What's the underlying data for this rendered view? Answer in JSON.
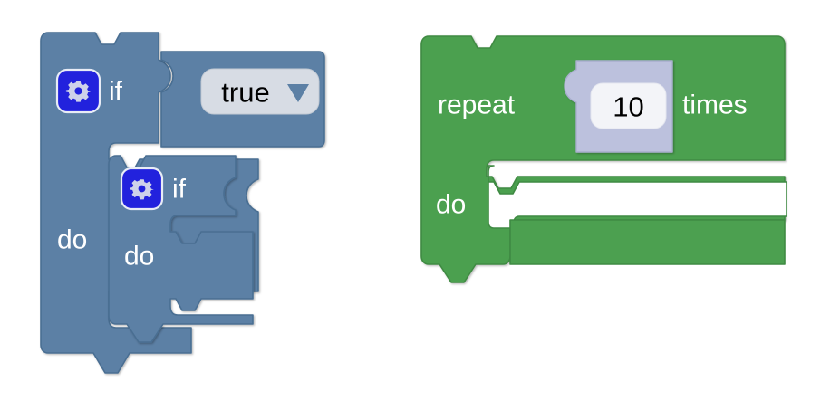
{
  "workspace": {
    "name": "blockly-workspace",
    "background_color": "#ffffff"
  },
  "colors": {
    "logic_blue": "#5b80a5",
    "logic_blue_stroke": "#4a6e92",
    "loop_green": "#4ca050",
    "loop_green_stroke": "#3f8a43",
    "math_lavender": "#bcc1dd",
    "math_lavender_stroke": "#a8aecd",
    "field_background": "#ffffff",
    "field_background_dim": "#d7dce4",
    "mutator_icon_background": "#2222dd",
    "mutator_icon_glyph": "#ced2ea",
    "text_on_block": "#ffffff",
    "text_on_field": "#000000",
    "empty_slot": "#ffffff"
  },
  "blocks": [
    {
      "id": "controls_if_outer",
      "type": "controls_if",
      "name": "if-block-outer",
      "color": "#5b80a5",
      "mutator_icon": "gear-icon",
      "rows": [
        {
          "label": "if",
          "input_type": "value",
          "connected_block": "logic_boolean_true"
        },
        {
          "label": "do",
          "input_type": "statement",
          "connected_block": "controls_if_inner"
        }
      ]
    },
    {
      "id": "logic_boolean_true",
      "type": "logic_boolean",
      "name": "boolean-block",
      "color": "#5b80a5",
      "field": {
        "name": "dropdown-field-bool",
        "kind": "dropdown",
        "value": "true",
        "options": [
          "true",
          "false"
        ],
        "arrow": "chevron-down-icon"
      }
    },
    {
      "id": "controls_if_inner",
      "type": "controls_if",
      "name": "if-block-inner",
      "color": "#5b80a5",
      "mutator_icon": "gear-icon",
      "rows": [
        {
          "label": "if",
          "input_type": "value",
          "connected_block": null
        },
        {
          "label": "do",
          "input_type": "statement",
          "connected_block": null
        }
      ]
    },
    {
      "id": "controls_repeat_ext",
      "type": "controls_repeat_ext",
      "name": "repeat-block",
      "color": "#4ca050",
      "rows": [
        {
          "label_before": "repeat",
          "label_after": "times",
          "input_type": "value",
          "connected_block": "math_number_10"
        },
        {
          "label": "do",
          "input_type": "statement",
          "connected_block": null
        }
      ]
    },
    {
      "id": "math_number_10",
      "type": "math_number",
      "name": "number-block",
      "color": "#bcc1dd",
      "field": {
        "name": "number-field",
        "kind": "number",
        "value": "10"
      }
    }
  ],
  "labels": {
    "if_outer": "if",
    "do_outer": "do",
    "if_inner": "if",
    "do_inner": "do",
    "repeat": "repeat",
    "times": "times",
    "do_repeat": "do"
  },
  "fields": {
    "boolean_value": "true",
    "number_value": "10"
  }
}
